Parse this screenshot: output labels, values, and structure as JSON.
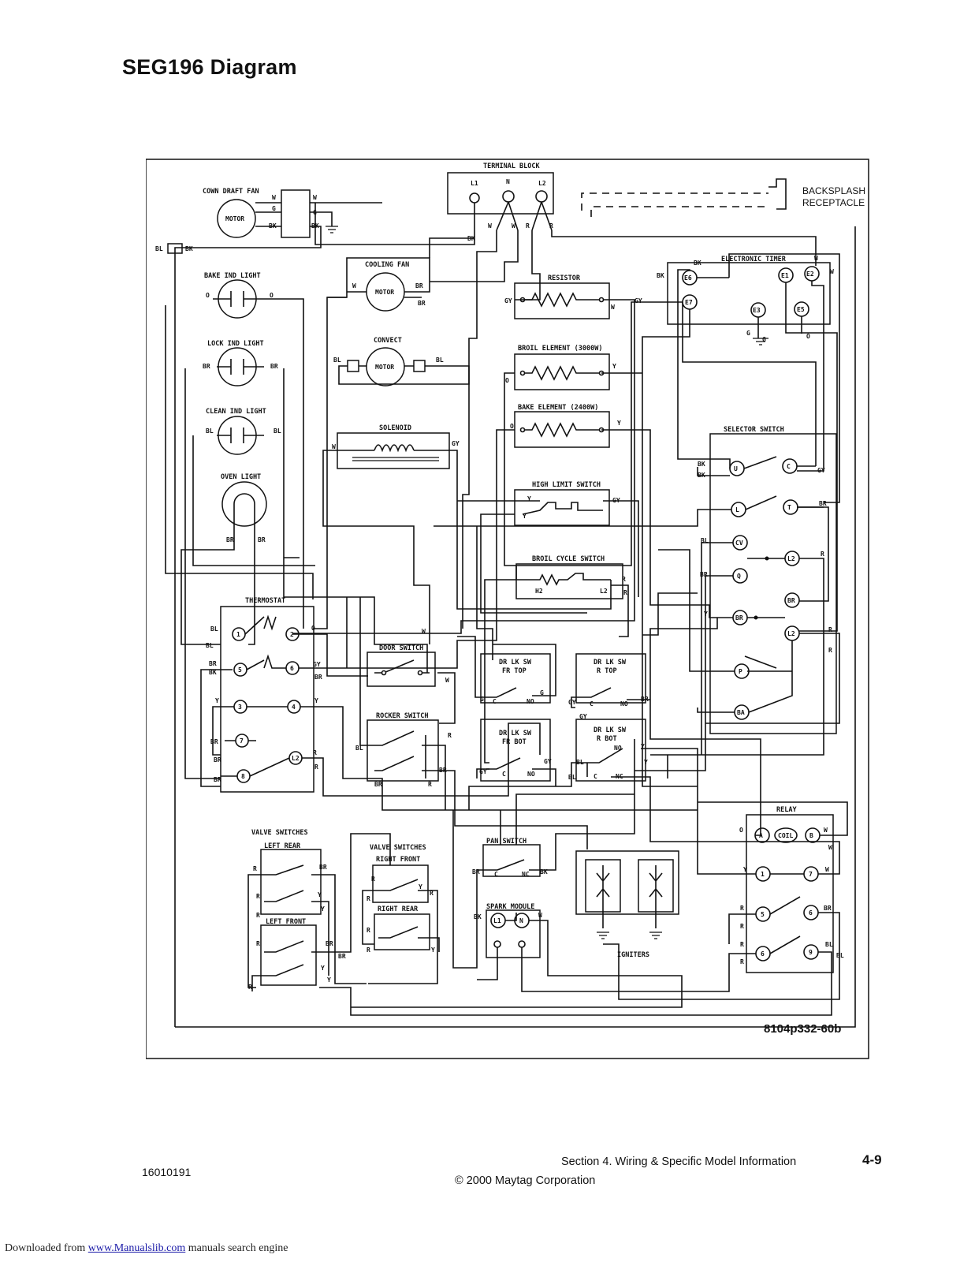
{
  "header": {
    "title": "SEG196  Diagram"
  },
  "diagram": {
    "drawing_number": "8104p332-60b",
    "labels": {
      "terminal_block": "TERMINAL BLOCK",
      "backsplash": "BACKSPLASH",
      "receptacle": "RECEPTACLE",
      "downdraft_fan": "COWN DRAFT FAN",
      "motor": "MOTOR",
      "cooling_fan": "COOLING FAN",
      "convect": "CONVECT",
      "bake_ind_light": "BAKE IND LIGHT",
      "lock_ind_light": "LOCK IND LIGHT",
      "clean_ind_light": "CLEAN IND LIGHT",
      "oven_light": "OVEN LIGHT",
      "resistor": "RESISTOR",
      "broil_element": "BROIL ELEMENT (3000W)",
      "bake_element": "BAKE ELEMENT (2400W)",
      "solenoid": "SOLENOID",
      "high_limit_switch": "HIGH LIMIT SWITCH",
      "broil_cycle_switch": "BROIL CYCLE SWITCH",
      "electronic_timer": "ELECTRONIC TIMER",
      "selector_switch": "SELECTOR SWITCH",
      "thermostat": "THERMOSTAT",
      "door_switch": "DOOR SWITCH",
      "rocker_switch": "ROCKER SWITCH",
      "dr_lk_fr_top_1": "DR LK SW",
      "dr_lk_fr_top_2": "FR TOP",
      "dr_lk_r_top_1": "DR LK SW",
      "dr_lk_r_top_2": "R TOP",
      "dr_lk_fr_bot_1": "DR LK SW",
      "dr_lk_fr_bot_2": "FR BOT",
      "dr_lk_r_bot_1": "DR LK SW",
      "dr_lk_r_bot_2": "R BOT",
      "relay": "RELAY",
      "valve_switches": "VALVE SWITCHES",
      "left_rear": "LEFT REAR",
      "left_front": "LEFT FRONT",
      "right_front": "RIGHT FRONT",
      "right_rear": "RIGHT REAR",
      "pan_switch": "PAN SWITCH",
      "spark_module": "SPARK MODULE",
      "igniters": "IGNITERS"
    }
  },
  "footer": {
    "doc_number": "16010191",
    "section": "Section 4.   Wiring & Specific Model Information",
    "page": "4-9",
    "copyright": "© 2000 Maytag Corporation"
  },
  "download": {
    "prefix": "Downloaded from ",
    "link": "www.Manualslib.com",
    "suffix": " manuals search engine"
  }
}
